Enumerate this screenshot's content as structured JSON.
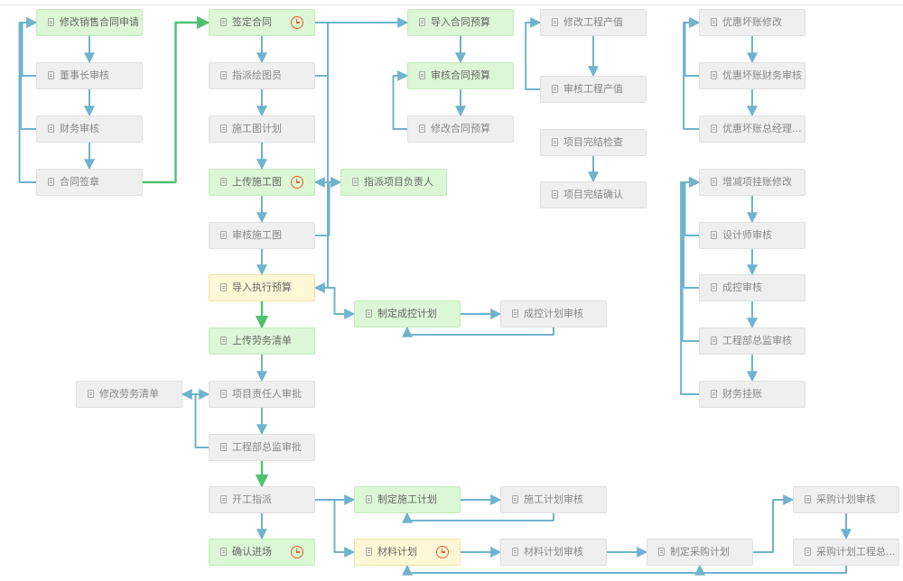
{
  "colors": {
    "edge": "#6fb3cd",
    "edge_done": "#4ec16f",
    "done_fill": "#dcf7d6",
    "todo_fill": "#efefef",
    "current_fill": "#fff8d6",
    "clock": "#ee5f2a"
  },
  "chart_data": {
    "type": "diagram",
    "title": "",
    "nodes": [
      {
        "id": "n1",
        "label": "修改销售合同申请",
        "status": "done",
        "clock": false
      },
      {
        "id": "n2",
        "label": "董事长审核",
        "status": "todo",
        "clock": false
      },
      {
        "id": "n3",
        "label": "财务审核",
        "status": "todo",
        "clock": false
      },
      {
        "id": "n4",
        "label": "合同签章",
        "status": "todo",
        "clock": false
      },
      {
        "id": "n5",
        "label": "签定合同",
        "status": "done",
        "clock": true
      },
      {
        "id": "n6",
        "label": "指派绘图员",
        "status": "todo",
        "clock": false
      },
      {
        "id": "n7",
        "label": "施工图计划",
        "status": "todo",
        "clock": false
      },
      {
        "id": "n8",
        "label": "上传施工图",
        "status": "done",
        "clock": true
      },
      {
        "id": "n9",
        "label": "审核施工图",
        "status": "todo",
        "clock": false
      },
      {
        "id": "n10",
        "label": "导入执行预算",
        "status": "current",
        "clock": false
      },
      {
        "id": "n11",
        "label": "上传劳务清单",
        "status": "done",
        "clock": false
      },
      {
        "id": "n12",
        "label": "项目责任人审批",
        "status": "todo",
        "clock": false
      },
      {
        "id": "n13",
        "label": "修改劳务清单",
        "status": "todo",
        "clock": false
      },
      {
        "id": "n14",
        "label": "工程部总监审批",
        "status": "todo",
        "clock": false
      },
      {
        "id": "n15",
        "label": "开工指派",
        "status": "todo",
        "clock": false
      },
      {
        "id": "n16",
        "label": "确认进场",
        "status": "done",
        "clock": true
      },
      {
        "id": "n17",
        "label": "导入合同预算",
        "status": "done",
        "clock": false
      },
      {
        "id": "n18",
        "label": "审核合同预算",
        "status": "done",
        "clock": false
      },
      {
        "id": "n19",
        "label": "修改合同预算",
        "status": "todo",
        "clock": false
      },
      {
        "id": "n20",
        "label": "指派项目负责人",
        "status": "done",
        "clock": false
      },
      {
        "id": "n21",
        "label": "制定成控计划",
        "status": "done",
        "clock": false
      },
      {
        "id": "n22",
        "label": "成控计划审核",
        "status": "todo",
        "clock": false
      },
      {
        "id": "n23",
        "label": "修改工程产值",
        "status": "todo",
        "clock": false
      },
      {
        "id": "n24",
        "label": "审核工程产值",
        "status": "todo",
        "clock": false
      },
      {
        "id": "n25",
        "label": "项目完结检查",
        "status": "todo",
        "clock": false
      },
      {
        "id": "n26",
        "label": "项目完结确认",
        "status": "todo",
        "clock": false
      },
      {
        "id": "n27",
        "label": "优惠坏账修改",
        "status": "todo",
        "clock": false
      },
      {
        "id": "n28",
        "label": "优惠坏账财务审核",
        "status": "todo",
        "clock": false
      },
      {
        "id": "n29",
        "label": "优惠坏账总经理...",
        "status": "todo",
        "clock": false
      },
      {
        "id": "n30",
        "label": "增减项挂账修改",
        "status": "todo",
        "clock": false
      },
      {
        "id": "n31",
        "label": "设计师审核",
        "status": "todo",
        "clock": false
      },
      {
        "id": "n32",
        "label": "成控审核",
        "status": "todo",
        "clock": false
      },
      {
        "id": "n33",
        "label": "工程部总监审核",
        "status": "todo",
        "clock": false
      },
      {
        "id": "n34",
        "label": "财务挂账",
        "status": "todo",
        "clock": false
      },
      {
        "id": "n35",
        "label": "制定施工计划",
        "status": "done",
        "clock": false
      },
      {
        "id": "n36",
        "label": "施工计划审核",
        "status": "todo",
        "clock": false
      },
      {
        "id": "n37",
        "label": "材料计划",
        "status": "current",
        "clock": true
      },
      {
        "id": "n38",
        "label": "材料计划审核",
        "status": "todo",
        "clock": false
      },
      {
        "id": "n39",
        "label": "制定采购计划",
        "status": "todo",
        "clock": false
      },
      {
        "id": "n40",
        "label": "采购计划审核",
        "status": "todo",
        "clock": false
      },
      {
        "id": "n41",
        "label": "采购计划工程总...",
        "status": "todo",
        "clock": false
      }
    ],
    "edges": [
      {
        "from": "n1",
        "to": "n2",
        "done": false
      },
      {
        "from": "n2",
        "to": "n3",
        "done": false
      },
      {
        "from": "n3",
        "to": "n4",
        "done": false
      },
      {
        "from": "n2",
        "to": "n1",
        "done": false
      },
      {
        "from": "n3",
        "to": "n1",
        "done": false
      },
      {
        "from": "n4",
        "to": "n1",
        "done": false
      },
      {
        "from": "n4",
        "to": "n5",
        "done": true
      },
      {
        "from": "n5",
        "to": "n6",
        "done": false
      },
      {
        "from": "n6",
        "to": "n7",
        "done": false
      },
      {
        "from": "n7",
        "to": "n8",
        "done": false
      },
      {
        "from": "n8",
        "to": "n9",
        "done": false
      },
      {
        "from": "n9",
        "to": "n8",
        "done": false
      },
      {
        "from": "n9",
        "to": "n10",
        "done": false
      },
      {
        "from": "n10",
        "to": "n11",
        "done": true
      },
      {
        "from": "n11",
        "to": "n12",
        "done": false
      },
      {
        "from": "n13",
        "to": "n12",
        "done": false
      },
      {
        "from": "n12",
        "to": "n14",
        "done": false
      },
      {
        "from": "n14",
        "to": "n13",
        "done": false
      },
      {
        "from": "n14",
        "to": "n15",
        "done": true
      },
      {
        "from": "n15",
        "to": "n16",
        "done": false
      },
      {
        "from": "n5",
        "to": "n17",
        "done": false
      },
      {
        "from": "n17",
        "to": "n18",
        "done": false
      },
      {
        "from": "n18",
        "to": "n19",
        "done": false
      },
      {
        "from": "n19",
        "to": "n18",
        "done": false
      },
      {
        "from": "n5",
        "to": "n20",
        "done": false
      },
      {
        "from": "n6",
        "to": "n20",
        "done": false
      },
      {
        "from": "n20",
        "to": "n10",
        "done": false
      },
      {
        "from": "n10",
        "to": "n21",
        "done": false
      },
      {
        "from": "n21",
        "to": "n22",
        "done": false
      },
      {
        "from": "n22",
        "to": "n21",
        "done": false
      },
      {
        "from": "n23",
        "to": "n24",
        "done": false
      },
      {
        "from": "n24",
        "to": "n23",
        "done": false
      },
      {
        "from": "n25",
        "to": "n26",
        "done": false
      },
      {
        "from": "n27",
        "to": "n28",
        "done": false
      },
      {
        "from": "n28",
        "to": "n29",
        "done": false
      },
      {
        "from": "n28",
        "to": "n27",
        "done": false
      },
      {
        "from": "n29",
        "to": "n27",
        "done": false
      },
      {
        "from": "n30",
        "to": "n31",
        "done": false
      },
      {
        "from": "n31",
        "to": "n32",
        "done": false
      },
      {
        "from": "n32",
        "to": "n33",
        "done": false
      },
      {
        "from": "n33",
        "to": "n34",
        "done": false
      },
      {
        "from": "n31",
        "to": "n30",
        "done": false
      },
      {
        "from": "n32",
        "to": "n30",
        "done": false
      },
      {
        "from": "n33",
        "to": "n30",
        "done": false
      },
      {
        "from": "n34",
        "to": "n30",
        "done": false
      },
      {
        "from": "n15",
        "to": "n35",
        "done": false
      },
      {
        "from": "n35",
        "to": "n36",
        "done": false
      },
      {
        "from": "n36",
        "to": "n35",
        "done": false
      },
      {
        "from": "n15",
        "to": "n37",
        "done": false
      },
      {
        "from": "n37",
        "to": "n38",
        "done": false
      },
      {
        "from": "n38",
        "to": "n39",
        "done": false
      },
      {
        "from": "n39",
        "to": "n40",
        "done": false
      },
      {
        "from": "n40",
        "to": "n41",
        "done": false
      },
      {
        "from": "n41",
        "to": "n39",
        "done": false
      },
      {
        "from": "n39",
        "to": "n37",
        "done": false
      }
    ]
  }
}
